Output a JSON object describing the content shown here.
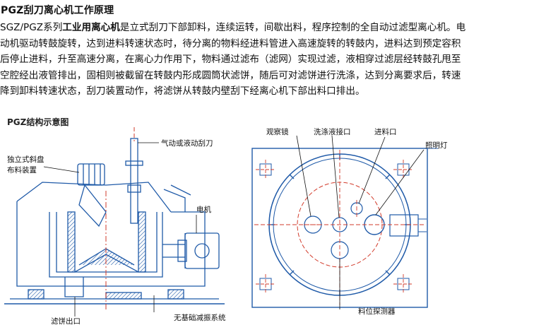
{
  "title": "PGZ刮刀离心机工作原理",
  "paragraph": {
    "line1_pre": "SGZ/PGZ系列",
    "line1_bold": "工业用离心机",
    "line1_post": "是立式刮刀下部卸料，连续运转，间歇出料，程序控制的全自动过滤型离心机。电",
    "line2": "动机驱动转鼓旋转，达到进料转速状态时，待分离的物料经进料管进入高速旋转的转鼓内，进料达到预定容积",
    "line3": "后停止进料，升至高速分离，在离心力作用下，物料通过滤布（滤网）实现过滤，液相穿过滤层经转鼓孔甩至",
    "line4": "空腔经出液管排出，固相则被截留在转鼓内形成圆筒状滤饼，随后可对滤饼进行洗涤，达到分离要求后，转速",
    "line5": "降到卸料转速状态，刮刀装置动作，将滤饼从转鼓内壁刮下经离心机下部出料口排出。"
  },
  "figure": {
    "caption": "PGZ结构示意图",
    "side_view_labels": {
      "scraper": "气动或液动刮刀",
      "distributor_line1": "独立式斜盘",
      "distributor_line2": "布料装置",
      "motor": "电机",
      "cake_outlet": "滤饼出口",
      "damping": "无基础减振系统"
    },
    "top_view_labels": {
      "sight_glass": "观察镜",
      "wash_port": "洗涤液接口",
      "feed_port": "进料口",
      "light": "照明灯",
      "level_detector": "料位探测器"
    }
  }
}
